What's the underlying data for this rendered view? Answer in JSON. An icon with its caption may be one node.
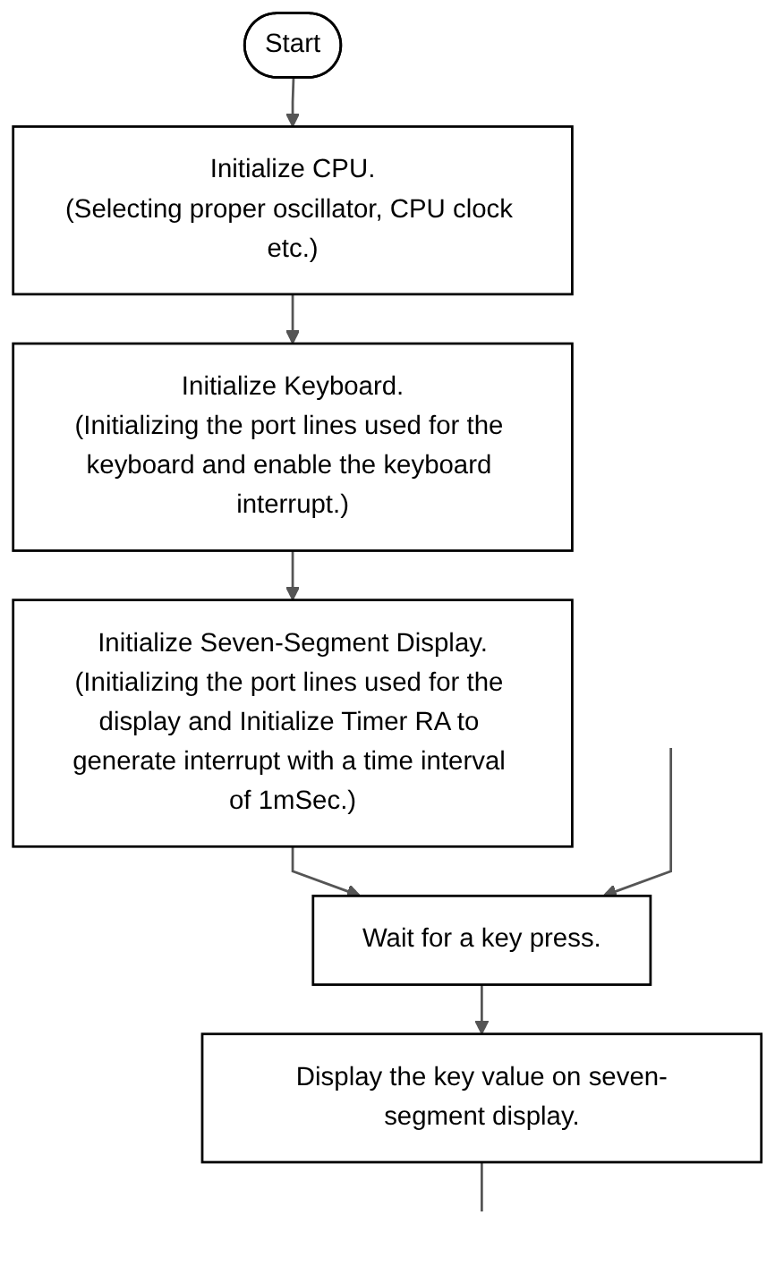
{
  "diagram": {
    "nodes": [
      {
        "text": [
          "Start"
        ]
      },
      {
        "text": [
          "Initialize CPU.",
          "(Selecting proper oscillator, CPU clock etc.)"
        ]
      },
      {
        "text": [
          "Initialize Keyboard.",
          "(Initializing the port lines used for the keyboard and enable the keyboard interrupt.)"
        ]
      },
      {
        "text": [
          "Initialize Seven-Segment Display.",
          "(Initializing the port lines used for the display and Initialize Timer RA to generate interrupt with a time interval of 1mSec.)"
        ]
      },
      {
        "text": [
          "Wait for a key press."
        ]
      },
      {
        "text": [
          "Display the key value on seven-segment display."
        ]
      }
    ],
    "edges": [
      {
        "from": 0,
        "to": 1,
        "arrow": "to"
      },
      {
        "from": 1,
        "to": 2,
        "arrow": "to"
      },
      {
        "from": 2,
        "to": 3,
        "arrow": "to"
      },
      {
        "from": 3,
        "to": 4,
        "arrow": "to"
      },
      {
        "from": null,
        "to": 4,
        "arrow": "to"
      },
      {
        "from": 4,
        "to": 5,
        "arrow": "to"
      },
      {
        "from": 5,
        "to": null,
        "arrow": "none"
      }
    ]
  }
}
